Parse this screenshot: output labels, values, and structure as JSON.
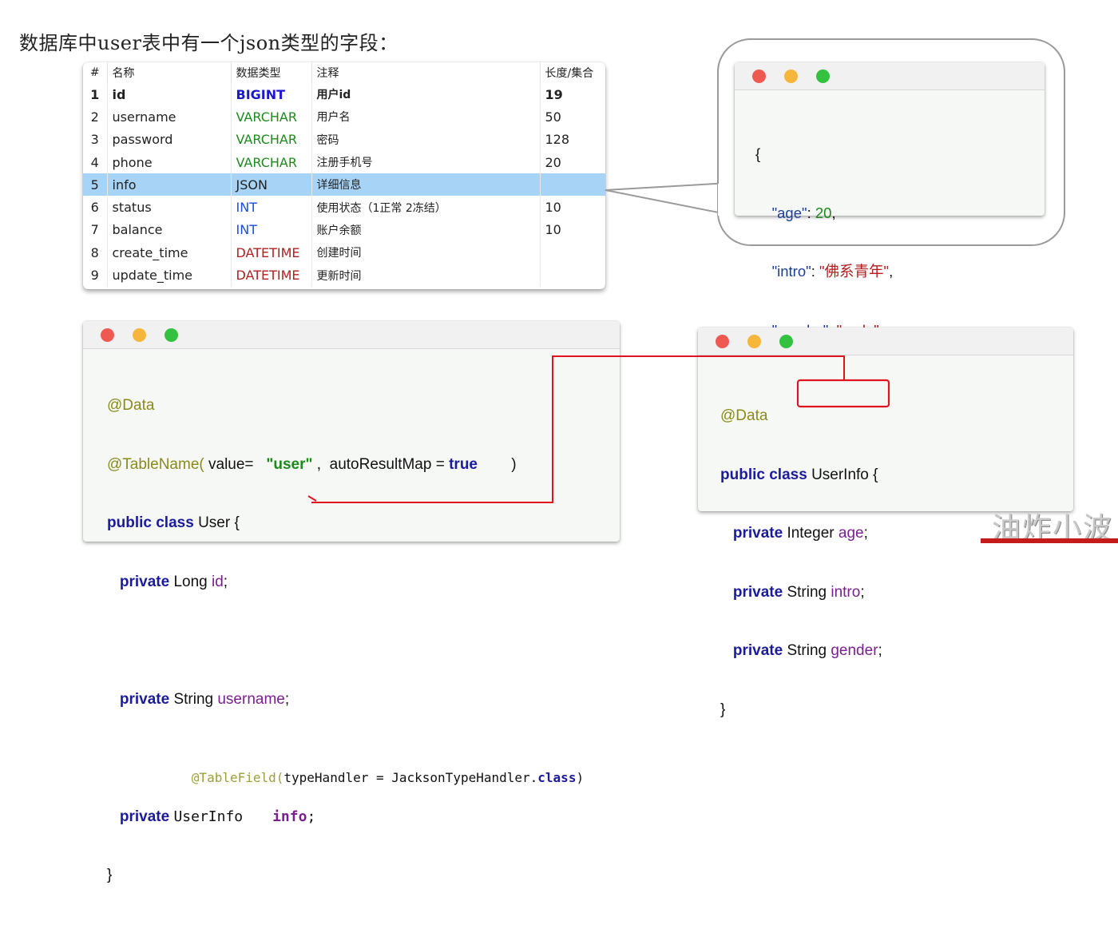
{
  "heading": "数据库中user表中有一个json类型的字段：",
  "db_table": {
    "columns": [
      "#",
      "名称",
      "数据类型",
      "注释",
      "长度/集合"
    ],
    "rows": [
      {
        "n": "1",
        "name": "id",
        "type": "BIGINT",
        "comment": "用户id",
        "length": "19",
        "type_color": "#1a1acc"
      },
      {
        "n": "2",
        "name": "username",
        "type": "VARCHAR",
        "comment": "用户名",
        "length": "50",
        "type_color": "#1e8a1e"
      },
      {
        "n": "3",
        "name": "password",
        "type": "VARCHAR",
        "comment": "密码",
        "length": "128",
        "type_color": "#1e8a1e"
      },
      {
        "n": "4",
        "name": "phone",
        "type": "VARCHAR",
        "comment": "注册手机号",
        "length": "20",
        "type_color": "#1e8a1e"
      },
      {
        "n": "5",
        "name": "info",
        "type": "JSON",
        "comment": "详细信息",
        "length": "",
        "type_color": "#222222"
      },
      {
        "n": "6",
        "name": "status",
        "type": "INT",
        "comment": "使用状态（1正常 2冻结）",
        "length": "10",
        "type_color": "#1a4fd6"
      },
      {
        "n": "7",
        "name": "balance",
        "type": "INT",
        "comment": "账户余额",
        "length": "10",
        "type_color": "#1a4fd6"
      },
      {
        "n": "8",
        "name": "create_time",
        "type": "DATETIME",
        "comment": "创建时间",
        "length": "",
        "type_color": "#b02020"
      },
      {
        "n": "9",
        "name": "update_time",
        "type": "DATETIME",
        "comment": "更新时间",
        "length": "",
        "type_color": "#b02020"
      }
    ],
    "selected_row": 5
  },
  "json_window": {
    "open_brace": "{",
    "age_key": "\"age\"",
    "age_val": "20",
    "intro_key": "\"intro\"",
    "intro_val": "\"佛系青年\"",
    "gender_key": "\"gender\"",
    "gender_val": "\"male\"",
    "close_brace": "}",
    "colon": ": ",
    "comma": ","
  },
  "user_class": {
    "anno_data": "@Data",
    "anno_table": "@TableName(",
    "value_eq": " value=",
    "value_str": "\"user\"",
    "comma": " , ",
    "auto_result": " autoResultMap = ",
    "true_kw": "true",
    "close_paren": ")",
    "public": "public",
    "class": "class",
    "class_name": "User {",
    "private": "private",
    "long_type": "Long",
    "id": "id",
    "semi": ";",
    "string_type": "String",
    "username": "username",
    "anno_field": "@TableField(",
    "type_handler": "typeHandler = JacksonTypeHandler.",
    "class_kw": "class",
    "userinfo_type": "UserInfo",
    "info": "info",
    "close_brace": "}"
  },
  "userinfo_class": {
    "anno_data": "@Data",
    "public": "public",
    "class": "class",
    "class_name": "UserInfo {",
    "private": "private",
    "integer_type": "Integer",
    "age": "age",
    "string_type": "String",
    "intro": "intro",
    "gender": "gender",
    "semi": ";",
    "close_brace": "}"
  },
  "watermark": "油炸小波",
  "colors": {
    "highlight_row": "#a7d3f7",
    "connector_red": "#e0141e",
    "dot_red": "#ee5a52",
    "dot_yellow": "#f6b63c",
    "dot_green": "#33c13f"
  }
}
